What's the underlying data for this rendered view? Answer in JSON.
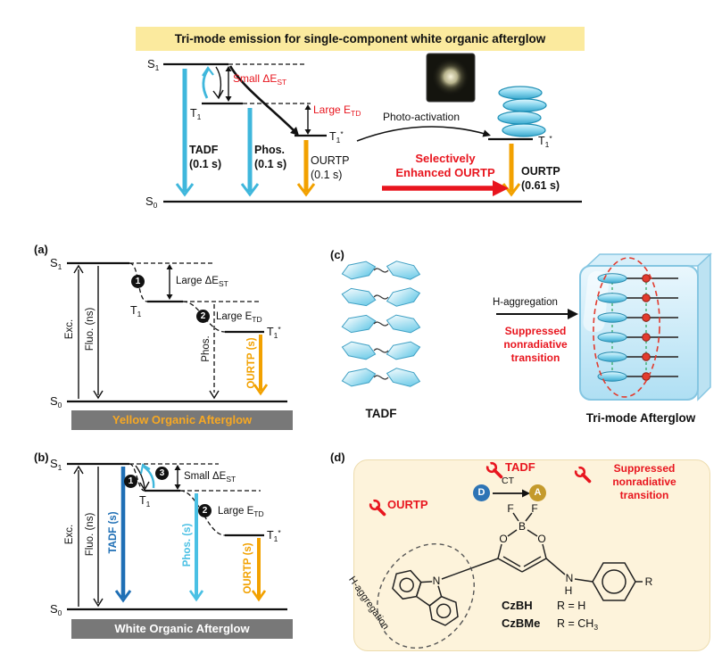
{
  "colors": {
    "accent_red": "#E8151E",
    "cyan": "#3FB7DC",
    "tadf_blue": "#1F6FB5",
    "phos_cyan": "#4AC0E4",
    "ourtp_orange": "#F2A100",
    "banner_yellow": "#FBEA9E",
    "banner_gray": "#787878",
    "banner_a_text": "#F7A823",
    "cream_bg": "#FDF3DB"
  },
  "top": {
    "banner": "Tri-mode emission for single-component white organic afterglow",
    "small_dest_base": "Small ΔE",
    "small_dest_sub": "ST",
    "large_etd_base": "Large E",
    "large_etd_sub": "TD",
    "photo_activation": "Photo-activation",
    "enhanced_line1": "Selectively",
    "enhanced_line2": "Enhanced OURTP",
    "tadf": "TADF",
    "tadf_time": "(0.1 s)",
    "phos": "Phos.",
    "phos_time": "(0.1 s)",
    "ourtp": "OURTP",
    "ourtp_time": "(0.1 s)",
    "ourtp_right": "OURTP",
    "ourtp_right_time": "(0.61 s)"
  },
  "states": {
    "s1_base": "S",
    "s1_sub": "1",
    "t1_base": "T",
    "t1_sub": "1",
    "t1star_base": "T",
    "t1star_sub": "1",
    "t1star_sup": "*",
    "s0_base": "S",
    "s0_sub": "0"
  },
  "panel_a": {
    "tag": "(a)",
    "num1": "1",
    "num2": "2",
    "large_dest_base": "Large ΔE",
    "large_dest_sub": "ST",
    "large_etd_base": "Large E",
    "large_etd_sub": "TD",
    "exc": "Exc.",
    "fluo": "Fluo. (ns)",
    "phos": "Phos.",
    "ourtp": "OURTP (s)",
    "banner": "Yellow Organic Afterglow"
  },
  "panel_b": {
    "tag": "(b)",
    "num1": "1",
    "num2": "2",
    "num3": "3",
    "small_dest_base": "Small ΔE",
    "small_dest_sub": "ST",
    "large_etd_base": "Large E",
    "large_etd_sub": "TD",
    "exc": "Exc.",
    "fluo": "Fluo. (ns)",
    "tadf": "TADF (s)",
    "phos": "Phos. (s)",
    "ourtp": "OURTP (s)",
    "banner": "White Organic Afterglow"
  },
  "panel_c": {
    "tag": "(c)",
    "h_aggregation": "H-aggregation",
    "suppressed1": "Suppressed",
    "suppressed2": "nonradiative",
    "suppressed3": "transition",
    "tadf": "TADF",
    "trimode": "Tri-mode Afterglow"
  },
  "panel_d": {
    "tag": "(d)",
    "tadf": "TADF",
    "ct": "CT",
    "donor": "D",
    "acceptor": "A",
    "suppressed1": "Suppressed",
    "suppressed2": "nonradiative",
    "suppressed3": "transition",
    "ourtp": "OURTP",
    "h_aggregation": "H-aggregation",
    "czbh": "CzBH",
    "czbh_r": "R = H",
    "czbme": "CzBMe",
    "czbme_r_base": "R = CH",
    "czbme_r_sub": "3",
    "atom_f": "F",
    "atom_b": "B",
    "atom_o": "O",
    "atom_n": "N",
    "atom_h": "H",
    "atom_r": "R"
  }
}
